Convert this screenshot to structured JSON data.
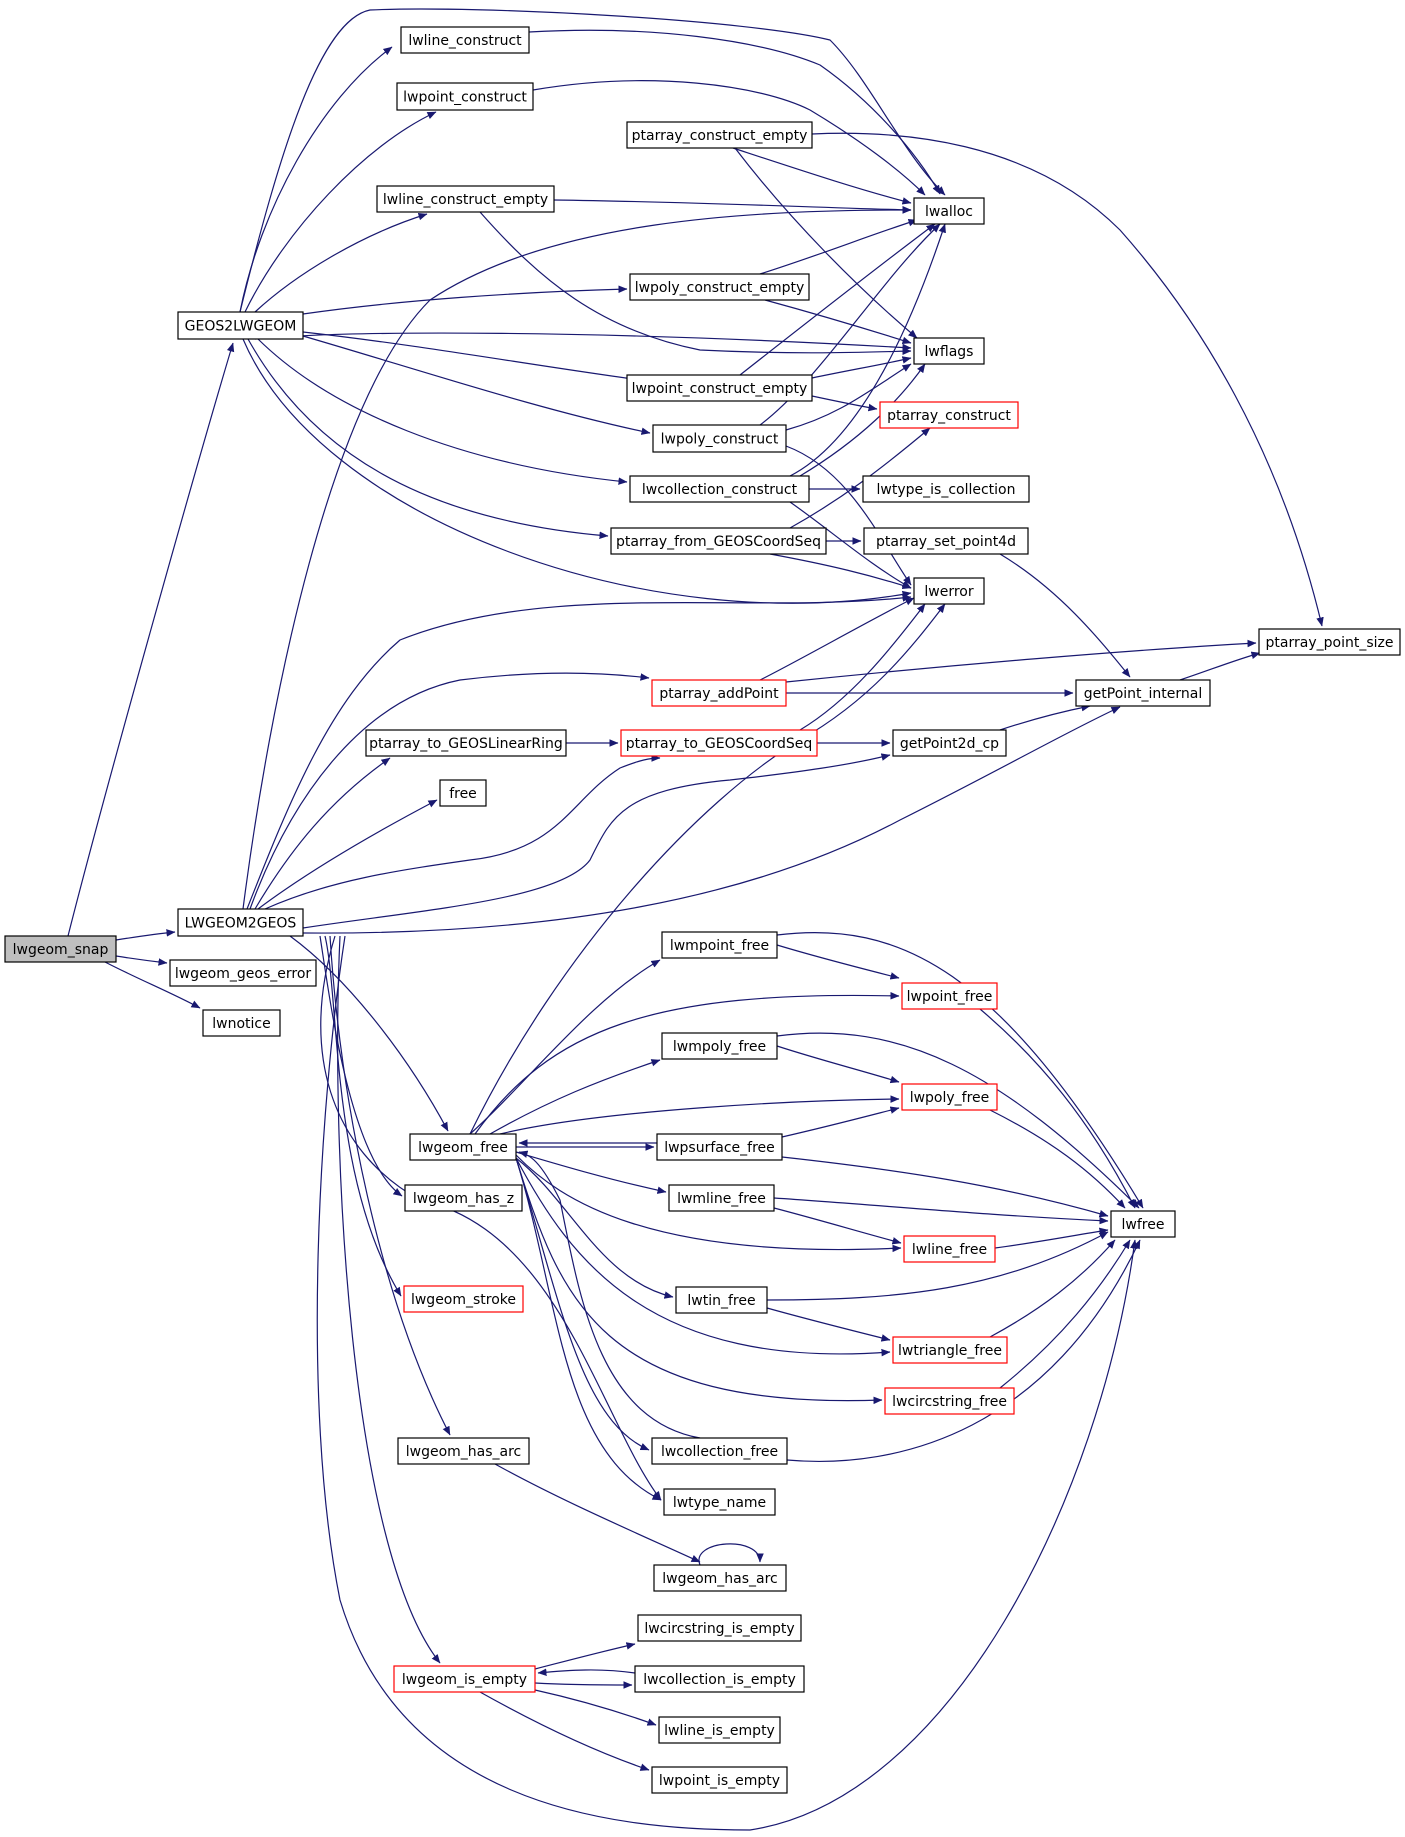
{
  "colors": {
    "edge": "#191970",
    "node_border_normal": "#000000",
    "node_border_truncated": "#ff0000",
    "node_fill": "#ffffff",
    "root_fill": "#bfbfbf"
  },
  "nodes": [
    {
      "id": "lwgeom_snap",
      "label": "lwgeom_snap",
      "style": "root"
    },
    {
      "id": "GEOS2LWGEOM",
      "label": "GEOS2LWGEOM",
      "style": "normal"
    },
    {
      "id": "LWGEOM2GEOS",
      "label": "LWGEOM2GEOS",
      "style": "normal"
    },
    {
      "id": "lwgeom_geos_error",
      "label": "lwgeom_geos_error",
      "style": "normal"
    },
    {
      "id": "lwnotice",
      "label": "lwnotice",
      "style": "normal"
    },
    {
      "id": "lwline_construct",
      "label": "lwline_construct",
      "style": "normal"
    },
    {
      "id": "lwpoint_construct",
      "label": "lwpoint_construct",
      "style": "normal"
    },
    {
      "id": "ptarray_construct_empty",
      "label": "ptarray_construct_empty",
      "style": "normal"
    },
    {
      "id": "lwline_construct_empty",
      "label": "lwline_construct_empty",
      "style": "normal"
    },
    {
      "id": "lwalloc",
      "label": "lwalloc",
      "style": "normal"
    },
    {
      "id": "lwpoly_construct_empty",
      "label": "lwpoly_construct_empty",
      "style": "normal"
    },
    {
      "id": "lwflags",
      "label": "lwflags",
      "style": "normal"
    },
    {
      "id": "lwpoint_construct_empty",
      "label": "lwpoint_construct_empty",
      "style": "normal"
    },
    {
      "id": "ptarray_construct",
      "label": "ptarray_construct",
      "style": "truncated"
    },
    {
      "id": "lwpoly_construct",
      "label": "lwpoly_construct",
      "style": "normal"
    },
    {
      "id": "lwcollection_construct",
      "label": "lwcollection_construct",
      "style": "normal"
    },
    {
      "id": "lwtype_is_collection",
      "label": "lwtype_is_collection",
      "style": "normal"
    },
    {
      "id": "ptarray_from_GEOSCoordSeq",
      "label": "ptarray_from_GEOSCoordSeq",
      "style": "normal"
    },
    {
      "id": "ptarray_set_point4d",
      "label": "ptarray_set_point4d",
      "style": "normal"
    },
    {
      "id": "lwerror",
      "label": "lwerror",
      "style": "normal"
    },
    {
      "id": "ptarray_point_size",
      "label": "ptarray_point_size",
      "style": "normal"
    },
    {
      "id": "ptarray_addPoint",
      "label": "ptarray_addPoint",
      "style": "truncated"
    },
    {
      "id": "getPoint_internal",
      "label": "getPoint_internal",
      "style": "normal"
    },
    {
      "id": "ptarray_to_GEOSLinearRing",
      "label": "ptarray_to_GEOSLinearRing",
      "style": "normal"
    },
    {
      "id": "ptarray_to_GEOSCoordSeq",
      "label": "ptarray_to_GEOSCoordSeq",
      "style": "truncated"
    },
    {
      "id": "getPoint2d_cp",
      "label": "getPoint2d_cp",
      "style": "normal"
    },
    {
      "id": "free",
      "label": "free",
      "style": "normal"
    },
    {
      "id": "lwmpoint_free",
      "label": "lwmpoint_free",
      "style": "normal"
    },
    {
      "id": "lwpoint_free",
      "label": "lwpoint_free",
      "style": "truncated"
    },
    {
      "id": "lwmpoly_free",
      "label": "lwmpoly_free",
      "style": "normal"
    },
    {
      "id": "lwpoly_free",
      "label": "lwpoly_free",
      "style": "truncated"
    },
    {
      "id": "lwgeom_free",
      "label": "lwgeom_free",
      "style": "normal"
    },
    {
      "id": "lwpsurface_free",
      "label": "lwpsurface_free",
      "style": "normal"
    },
    {
      "id": "lwmline_free",
      "label": "lwmline_free",
      "style": "normal"
    },
    {
      "id": "lwfree",
      "label": "lwfree",
      "style": "normal"
    },
    {
      "id": "lwgeom_has_z",
      "label": "lwgeom_has_z",
      "style": "normal"
    },
    {
      "id": "lwline_free",
      "label": "lwline_free",
      "style": "truncated"
    },
    {
      "id": "lwgeom_stroke",
      "label": "lwgeom_stroke",
      "style": "truncated"
    },
    {
      "id": "lwtin_free",
      "label": "lwtin_free",
      "style": "normal"
    },
    {
      "id": "lwtriangle_free",
      "label": "lwtriangle_free",
      "style": "truncated"
    },
    {
      "id": "lwcircstring_free",
      "label": "lwcircstring_free",
      "style": "truncated"
    },
    {
      "id": "lwcollection_free",
      "label": "lwcollection_free",
      "style": "normal"
    },
    {
      "id": "lwgeom_has_arc_outer",
      "label": "lwgeom_has_arc",
      "style": "normal"
    },
    {
      "id": "lwtype_name",
      "label": "lwtype_name",
      "style": "normal"
    },
    {
      "id": "lwgeom_has_arc_inner",
      "label": "lwgeom_has_arc",
      "style": "normal"
    },
    {
      "id": "lwcircstring_is_empty",
      "label": "lwcircstring_is_empty",
      "style": "normal"
    },
    {
      "id": "lwgeom_is_empty",
      "label": "lwgeom_is_empty",
      "style": "truncated"
    },
    {
      "id": "lwcollection_is_empty",
      "label": "lwcollection_is_empty",
      "style": "normal"
    },
    {
      "id": "lwline_is_empty",
      "label": "lwline_is_empty",
      "style": "normal"
    },
    {
      "id": "lwpoint_is_empty",
      "label": "lwpoint_is_empty",
      "style": "normal"
    }
  ]
}
